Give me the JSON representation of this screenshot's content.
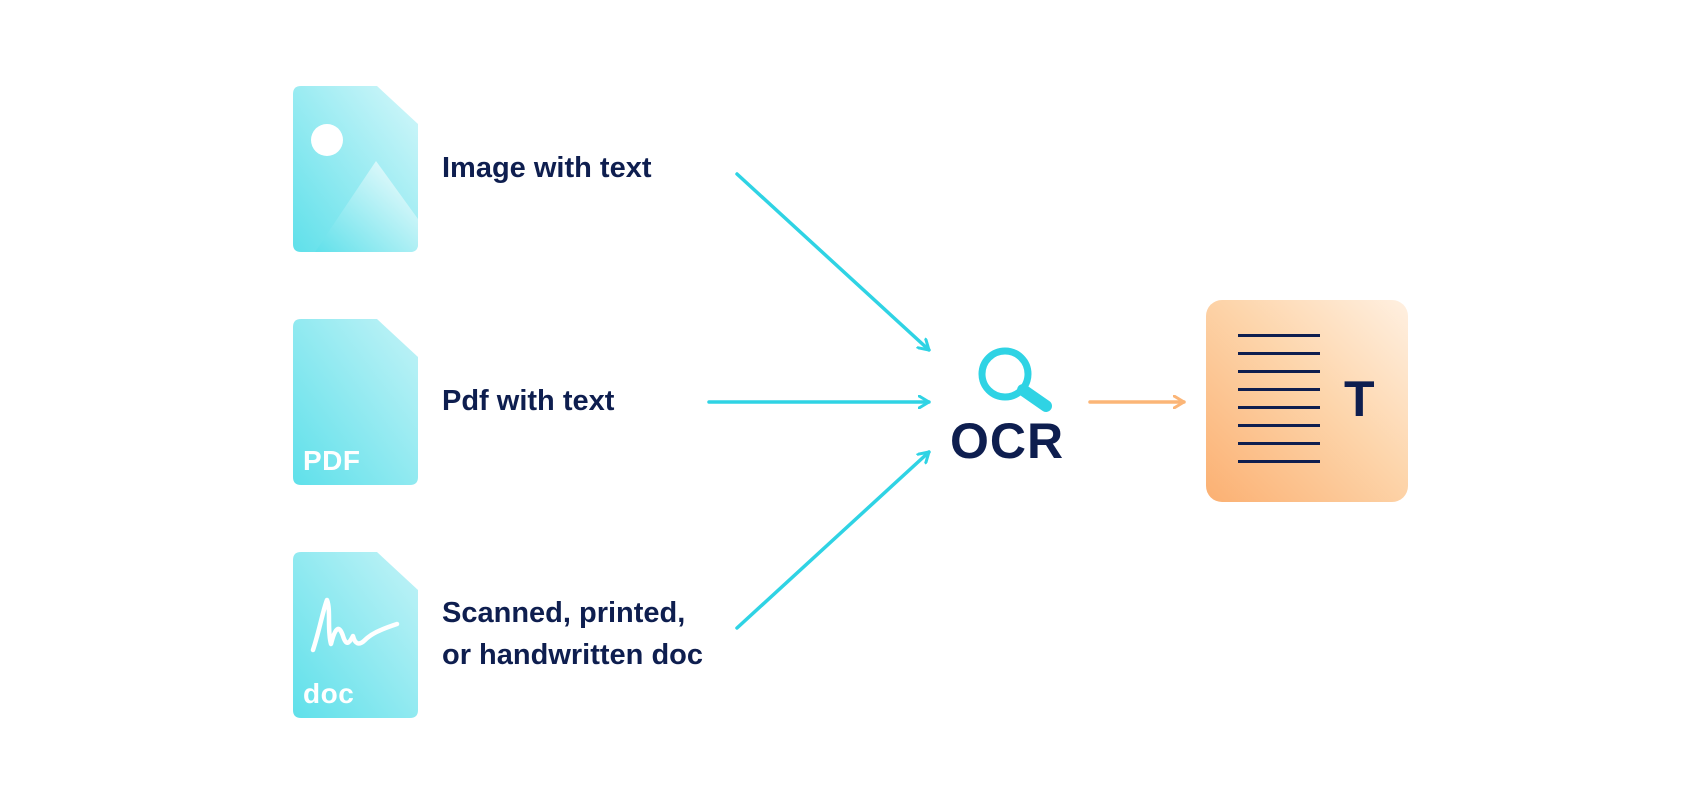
{
  "sources": [
    {
      "id": "image",
      "label_lines": [
        "Image with text"
      ],
      "icon": "image-file-icon",
      "tag": ""
    },
    {
      "id": "pdf",
      "label_lines": [
        "Pdf with text"
      ],
      "icon": "pdf-file-icon",
      "tag": "PDF"
    },
    {
      "id": "doc",
      "label_lines": [
        "Scanned, printed,",
        "or handwritten doc"
      ],
      "icon": "doc-file-icon",
      "tag": "doc"
    }
  ],
  "ocr": {
    "label": "OCR",
    "icon": "magnifier-icon"
  },
  "result": {
    "letter": "T",
    "icon": "text-document-icon",
    "line_count": 8
  },
  "colors": {
    "text": "#0e1e4f",
    "input_arrow": "#2fd3e4",
    "output_arrow": "#fbb577",
    "file_cyan": "#5fe0ea",
    "file_light": "#c3f3f7",
    "result_orange": "#fbb072",
    "result_light": "#fff0e1"
  }
}
